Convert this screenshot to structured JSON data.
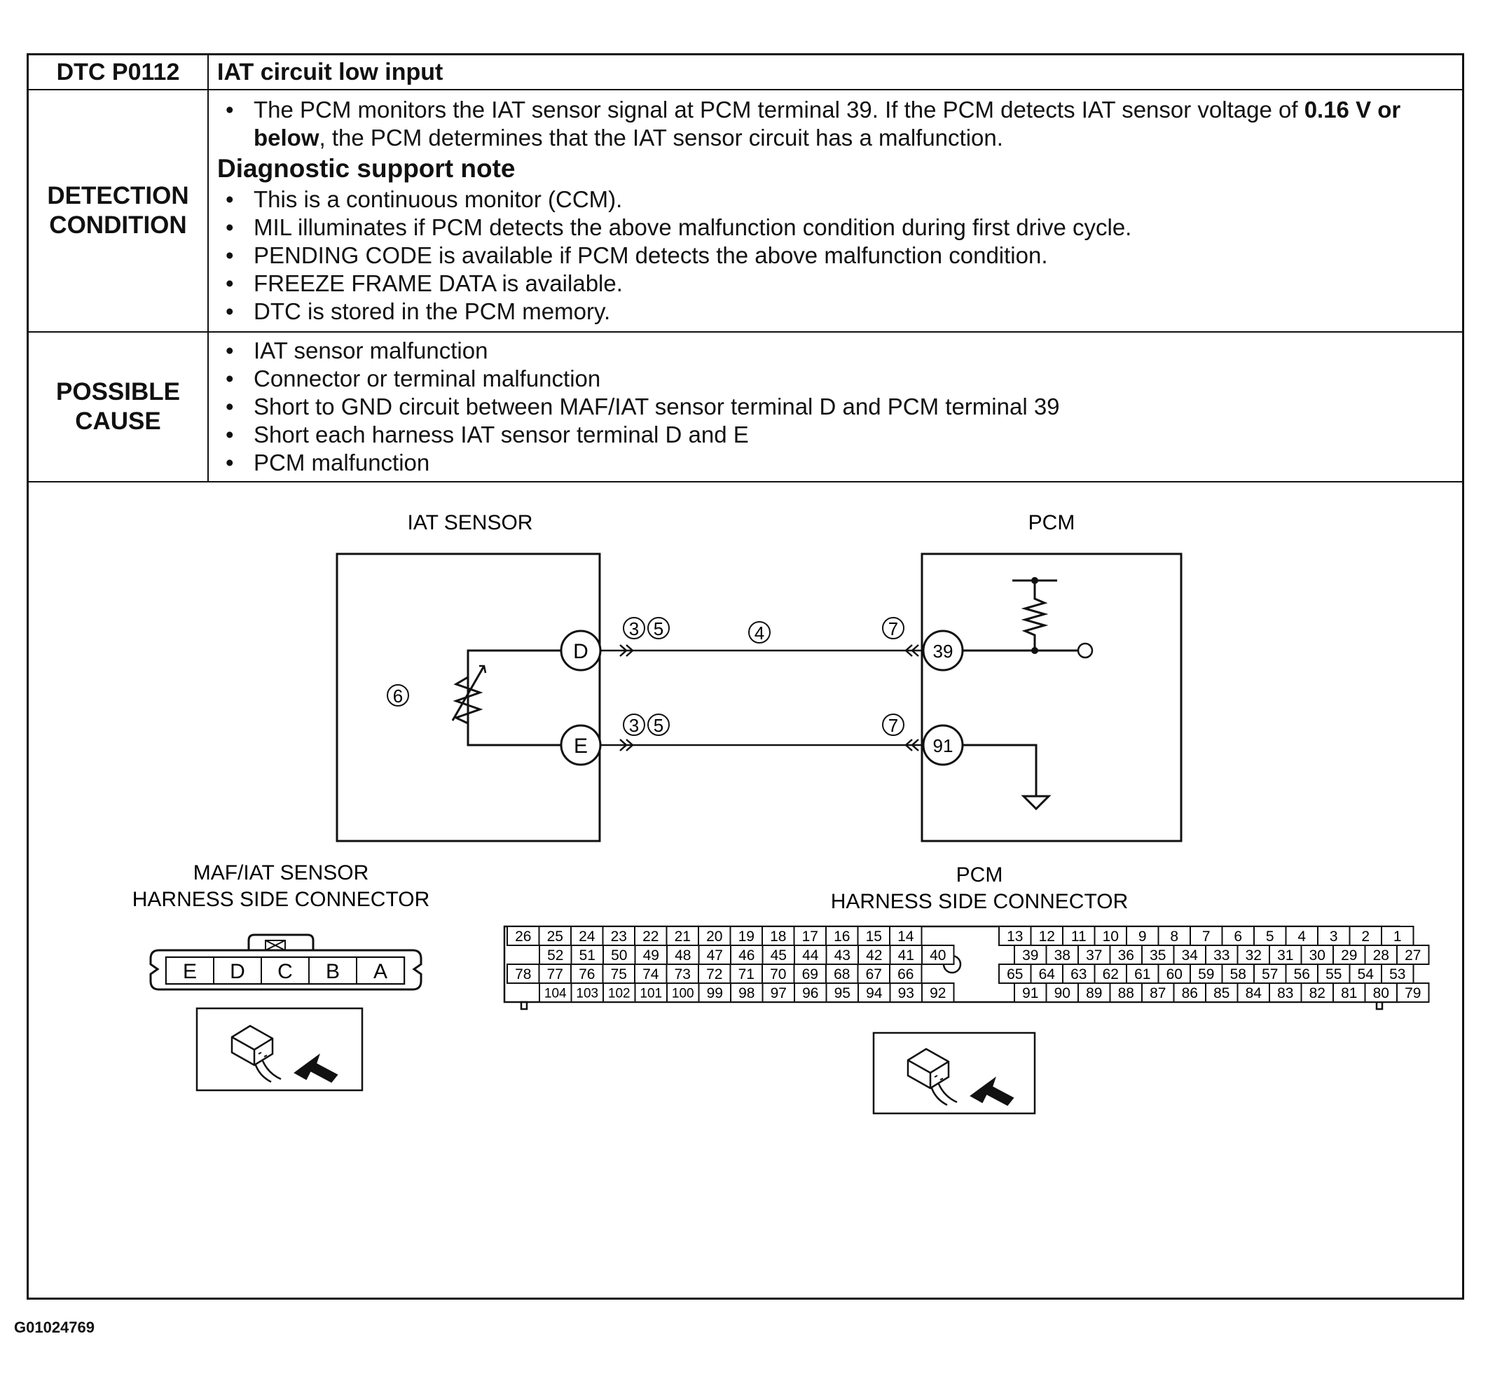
{
  "header": {
    "code": "DTC P0112",
    "title": "IAT circuit low input"
  },
  "detection": {
    "label_line1": "DETECTION",
    "label_line2": "CONDITION",
    "monitor_pre": "The PCM monitors the IAT sensor signal at PCM terminal 39. If the PCM detects IAT sensor voltage of ",
    "monitor_bold": "0.16 V or below",
    "monitor_post": ", the PCM determines that the IAT sensor circuit has a malfunction.",
    "note_title": "Diagnostic support note",
    "notes": [
      "This is a continuous monitor (CCM).",
      "MIL illuminates if PCM detects the above malfunction condition during first drive cycle.",
      "PENDING CODE is available if PCM detects the above malfunction condition.",
      "FREEZE FRAME DATA is available.",
      "DTC is stored in the PCM memory."
    ]
  },
  "possible_cause": {
    "label_line1": "POSSIBLE",
    "label_line2": "CAUSE",
    "items": [
      "IAT sensor malfunction",
      "Connector or terminal malfunction",
      "Short to GND circuit between MAF/IAT sensor terminal D and PCM terminal 39",
      "Short each harness IAT sensor terminal D and E",
      "PCM malfunction"
    ]
  },
  "diagram": {
    "iat_sensor_label": "IAT SENSOR",
    "pcm_label": "PCM",
    "terminal_d": "D",
    "terminal_e": "E",
    "terminal_39": "39",
    "terminal_91": "91",
    "callout_3": "3",
    "callout_4": "4",
    "callout_5": "5",
    "callout_6": "6",
    "callout_7": "7"
  },
  "maf_connector": {
    "caption_line1": "MAF/IAT SENSOR",
    "caption_line2": "HARNESS SIDE CONNECTOR",
    "pins": [
      "E",
      "D",
      "C",
      "B",
      "A"
    ]
  },
  "pcm_connector": {
    "caption_line1": "PCM",
    "caption_line2": "HARNESS SIDE CONNECTOR",
    "row1_left": [
      "26",
      "25",
      "24",
      "23",
      "22",
      "21",
      "20",
      "19",
      "18",
      "17",
      "16",
      "15",
      "14"
    ],
    "row1_right": [
      "13",
      "12",
      "11",
      "10",
      "9",
      "8",
      "7",
      "6",
      "5",
      "4",
      "3",
      "2",
      "1"
    ],
    "row2_left": [
      "52",
      "51",
      "50",
      "49",
      "48",
      "47",
      "46",
      "45",
      "44",
      "43",
      "42",
      "41",
      "40"
    ],
    "row2_right": [
      "39",
      "38",
      "37",
      "36",
      "35",
      "34",
      "33",
      "32",
      "31",
      "30",
      "29",
      "28",
      "27"
    ],
    "row3_left": [
      "78",
      "77",
      "76",
      "75",
      "74",
      "73",
      "72",
      "71",
      "70",
      "69",
      "68",
      "67",
      "66"
    ],
    "row3_right": [
      "65",
      "64",
      "63",
      "62",
      "61",
      "60",
      "59",
      "58",
      "57",
      "56",
      "55",
      "54",
      "53"
    ],
    "row4_left": [
      "104",
      "103",
      "102",
      "101",
      "100",
      "99",
      "98",
      "97",
      "96",
      "95",
      "94",
      "93",
      "92"
    ],
    "row4_right": [
      "91",
      "90",
      "89",
      "88",
      "87",
      "86",
      "85",
      "84",
      "83",
      "82",
      "81",
      "80",
      "79"
    ]
  },
  "figure_id": "G01024769"
}
